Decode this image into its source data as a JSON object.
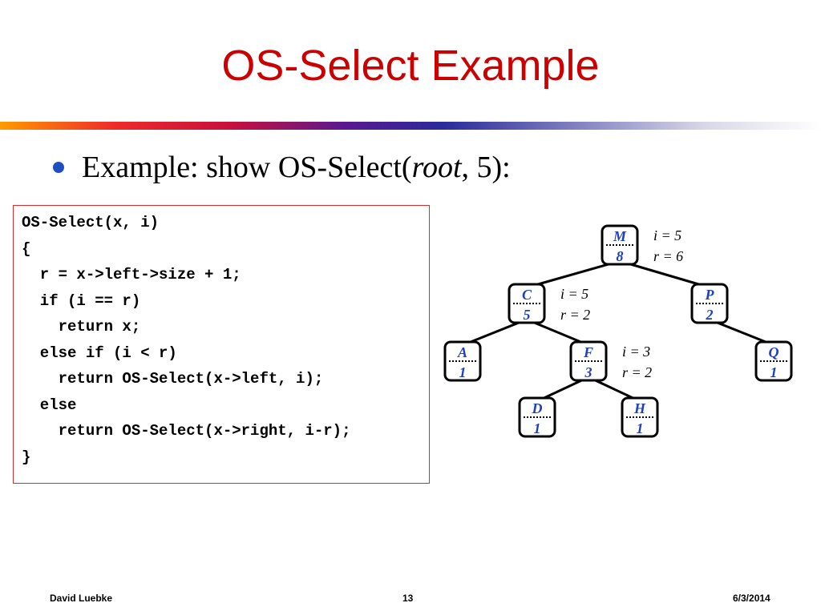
{
  "slide": {
    "title": "OS-Select Example",
    "bullet": {
      "prefix": "Example: show OS-Select(",
      "italic": "root",
      "suffix": ", 5):"
    }
  },
  "code": {
    "lines": [
      "OS-Select(x, i)",
      "{",
      "  r = x->left->size + 1;",
      "  if (i == r)",
      "    return x;",
      "  else if (i < r)",
      "    return OS-Select(x->left, i);",
      "  else",
      "    return OS-Select(x->right, i-r);",
      "}"
    ]
  },
  "tree": {
    "nodes": [
      {
        "id": "M",
        "key": "M",
        "size": "8",
        "i_label": "i = 5",
        "r_label": "r = 6"
      },
      {
        "id": "C",
        "key": "C",
        "size": "5",
        "i_label": "i = 5",
        "r_label": "r = 2"
      },
      {
        "id": "P",
        "key": "P",
        "size": "2"
      },
      {
        "id": "A",
        "key": "A",
        "size": "1"
      },
      {
        "id": "F",
        "key": "F",
        "size": "3",
        "i_label": "i = 3",
        "r_label": "r = 2"
      },
      {
        "id": "Q",
        "key": "Q",
        "size": "1"
      },
      {
        "id": "D",
        "key": "D",
        "size": "1"
      },
      {
        "id": "H",
        "key": "H",
        "size": "1"
      }
    ],
    "edges": [
      [
        "M",
        "C"
      ],
      [
        "M",
        "P"
      ],
      [
        "C",
        "A"
      ],
      [
        "C",
        "F"
      ],
      [
        "P",
        "Q"
      ],
      [
        "F",
        "D"
      ],
      [
        "F",
        "H"
      ]
    ],
    "colors": {
      "node_text": "#1f3fbf",
      "node_border": "#000000",
      "edge": "#000000"
    }
  },
  "footer": {
    "author": "David Luebke",
    "page": "13",
    "date": "6/3/2014"
  }
}
